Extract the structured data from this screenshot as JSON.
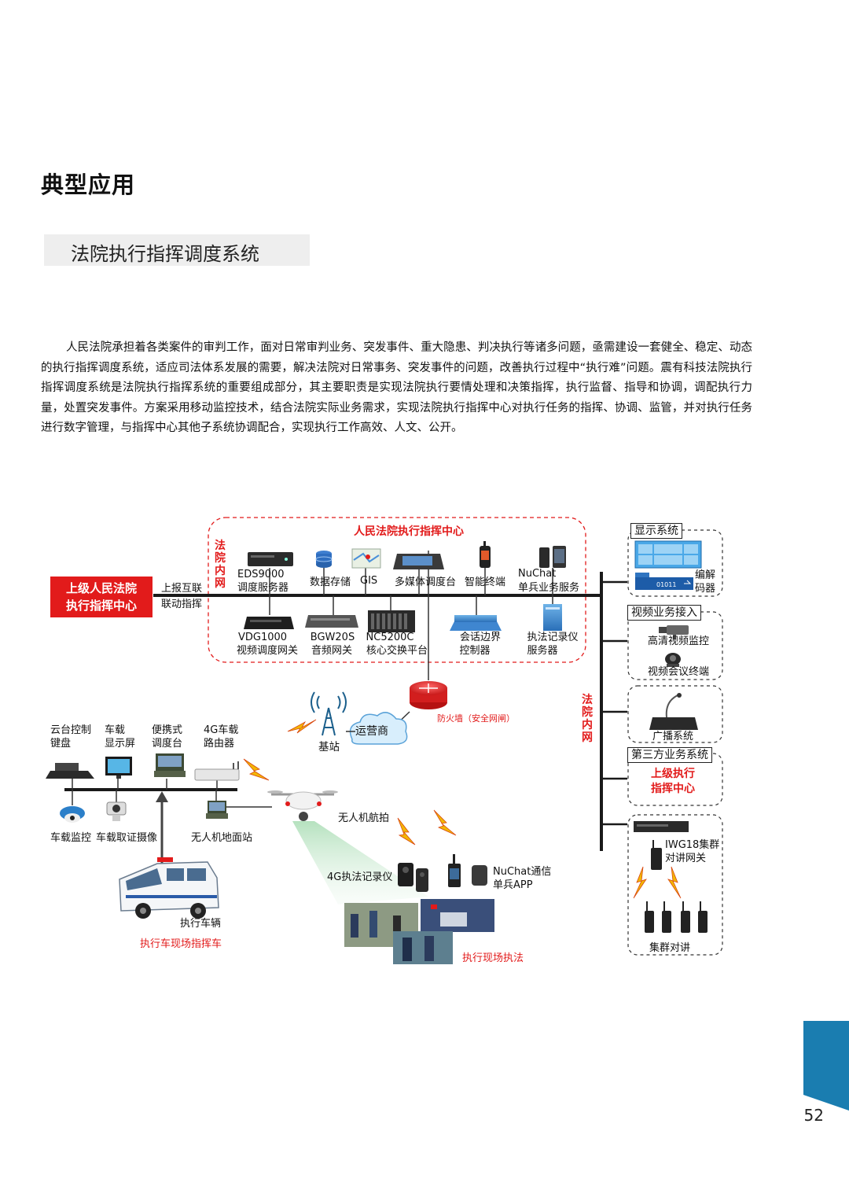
{
  "heading": "典型应用",
  "subheading": "法院执行指挥调度系统",
  "intro": "人民法院承担着各类案件的审判工作，面对日常审判业务、突发事件、重大隐患、判决执行等诸多问题，亟需建设一套健全、稳定、动态的执行指挥调度系统，适应司法体系发展的需要，解决法院对日常事务、突发事件的问题，改善执行过程中“执行难”问题。震有科技法院执行指挥调度系统是法院执行指挥系统的重要组成部分，其主要职责是实现法院执行要情处理和决策指挥，执行监督、指导和协调，调配执行力量，处置突发事件。方案采用移动监控技术，结合法院实际业务需求，实现法院执行指挥中心对执行任务的指挥、协调、监管，并对执行任务进行数字管理，与指挥中心其他子系统协调配合，实现执行工作高效、人文、公开。",
  "diagram": {
    "center_title": "人民法院执行指挥中心",
    "inner_net_vertical": "法院内网",
    "upper_center": [
      "上级人民法院",
      "执行指挥中心"
    ],
    "report_link": [
      "上报互联",
      "联动指挥"
    ],
    "top_devices": [
      {
        "line1": "EDS9000",
        "line2": "调度服务器"
      },
      {
        "line1": "数据存储",
        "line2": ""
      },
      {
        "line1": "GIS",
        "line2": ""
      },
      {
        "line1": "多媒体调度台",
        "line2": ""
      },
      {
        "line1": "智能终端",
        "line2": ""
      },
      {
        "line1": "NuChat",
        "line2": "单兵业务服务"
      }
    ],
    "bottom_devices": [
      {
        "line1": "VDG1000",
        "line2": "视频调度网关"
      },
      {
        "line1": "BGW20S",
        "line2": "音频网关"
      },
      {
        "line1": "NC5200C",
        "line2": "核心交换平台"
      },
      {
        "line1": "会话边界",
        "line2": "控制器"
      },
      {
        "line1": "执法记录仪",
        "line2": "服务器"
      }
    ],
    "firewall": "防火墙（安全网闸）",
    "operator": "运营商",
    "base_station": "基站",
    "right_net_vertical": "法院内网",
    "right_groups": {
      "display_title": "显示系统",
      "codec": [
        "编解",
        "码器"
      ],
      "video_title": "视频业务接入",
      "hd_monitor": "高清视频监控",
      "video_conf": "视频会议终端",
      "broadcast": "广播系统",
      "third_title": "第三方业务系统",
      "upper_exec": [
        "上级执行",
        "指挥中心"
      ],
      "iwg": [
        "IWG18集群",
        "对讲网关"
      ],
      "trunk_talk": "集群对讲",
      "iwg_code": "01011"
    },
    "vehicle": {
      "ptz_kbd": [
        "云台控制",
        "键盘"
      ],
      "veh_display": [
        "车载",
        "显示屏"
      ],
      "portable_console": [
        "便携式",
        "调度台"
      ],
      "router": [
        "4G车载",
        "路由器"
      ],
      "veh_monitor": "车载监控",
      "veh_camera": "车载取证摄像",
      "uav_ground": "无人机地面站",
      "exec_vehicle": "执行车辆",
      "command_vehicle": "执行车现场指挥车"
    },
    "uav": "无人机航拍",
    "recorder_4g": "4G执法记录仪",
    "nuchat_app": [
      "NuChat通信",
      "单兵APP"
    ],
    "onsite": "执行现场执法"
  },
  "page_number": "52",
  "colors": {
    "red": "#e21b1b",
    "blue_tab": "#1a7db0",
    "line": "#1a1a1a",
    "gray_bar": "#eeeeee"
  }
}
